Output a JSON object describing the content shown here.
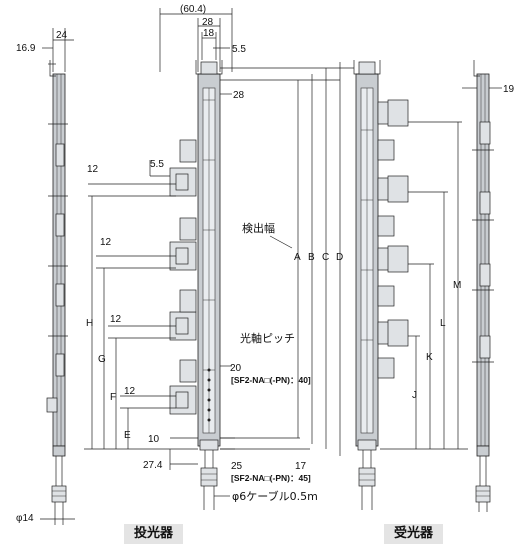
{
  "emitter": {
    "caption": "投光器",
    "dims": {
      "d60_4": "(60.4)",
      "d28_top": "28",
      "d18": "18",
      "d5_5_top": "5.5",
      "d16_9": "16.9",
      "d24": "24",
      "d28_side": "28",
      "d5_5_side": "5.5",
      "d12_a": "12",
      "d12_b": "12",
      "d12_c": "12",
      "d12_d": "12",
      "H": "H",
      "G": "G",
      "F": "F",
      "E": "E",
      "A": "A",
      "B": "B",
      "C": "C",
      "D": "D",
      "d10": "10",
      "d27_4": "27.4",
      "d25": "25",
      "d17": "17",
      "phi14": "φ14"
    },
    "labels": {
      "detection_width": "検出幅",
      "optical_pitch": "光軸ピッチ",
      "pitch_20": "20",
      "pitch_na_40": "[SF2-NA□(-PN)：40]",
      "pitch_na_45": "[SF2-NA□(-PN)：45]",
      "cable": "φ6ケーブル0.5m"
    }
  },
  "receiver": {
    "caption": "受光器",
    "dims": {
      "d19": "19",
      "M": "M",
      "L": "L",
      "K": "K",
      "J": "J"
    }
  }
}
